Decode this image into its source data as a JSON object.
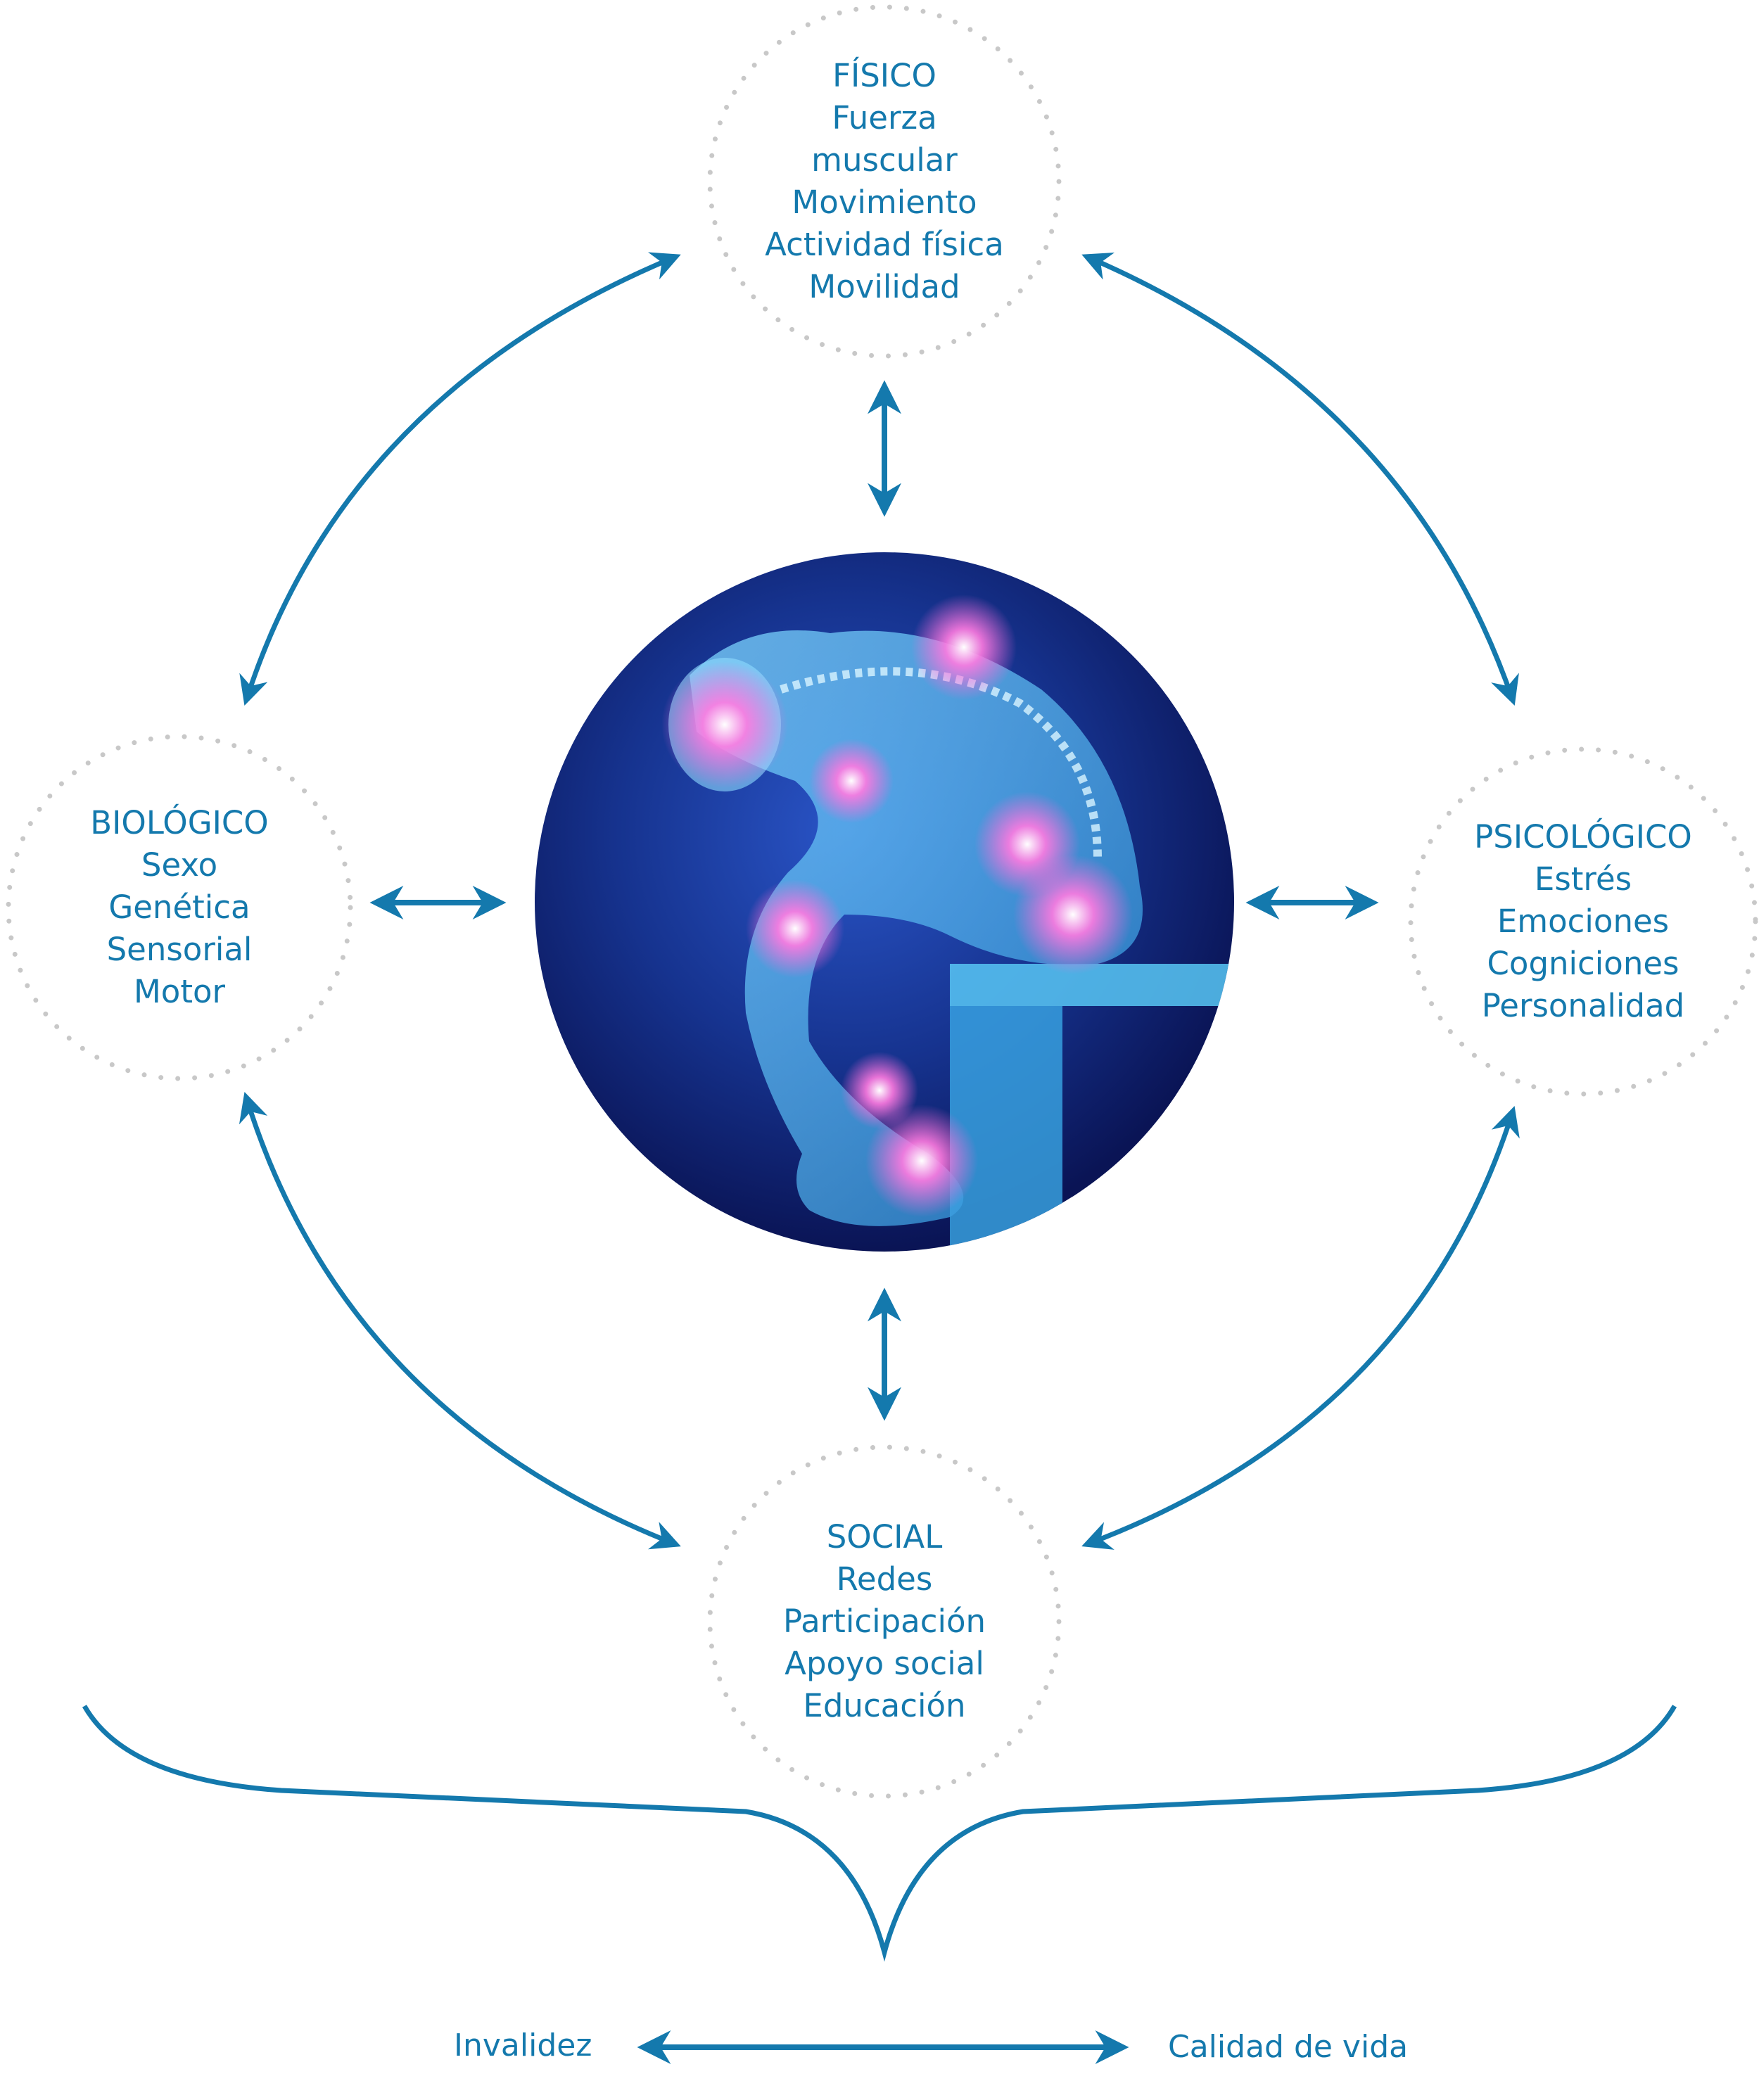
{
  "colors": {
    "accent": "#1479ad",
    "dots": "#c8c8c8",
    "figure_dark": "#0b1a6b",
    "figure_light": "#3bb6ee",
    "glow": "#ff66d9"
  },
  "nodes": {
    "fisico": {
      "title": "FÍSICO",
      "items": [
        "Fuerza",
        "muscular",
        "Movimiento",
        "Actividad física",
        "Movilidad"
      ]
    },
    "biologico": {
      "title": "BIOLÓGICO",
      "items": [
        "Sexo",
        "Genética",
        "Sensorial",
        "Motor"
      ]
    },
    "psicologico": {
      "title": "PSICOLÓGICO",
      "items": [
        "Estrés",
        "Emociones",
        "Cogniciones",
        "Personalidad"
      ]
    },
    "social": {
      "title": "SOCIAL",
      "items": [
        "Redes",
        "Participación",
        "Apoyo social",
        "Educación"
      ]
    }
  },
  "bottom": {
    "left": "Invalidez",
    "right": "Calidad de vida"
  },
  "icons": {
    "center": "pain-figure-image",
    "arrows": "double-headed-arrow-icon",
    "brace": "curly-brace"
  }
}
